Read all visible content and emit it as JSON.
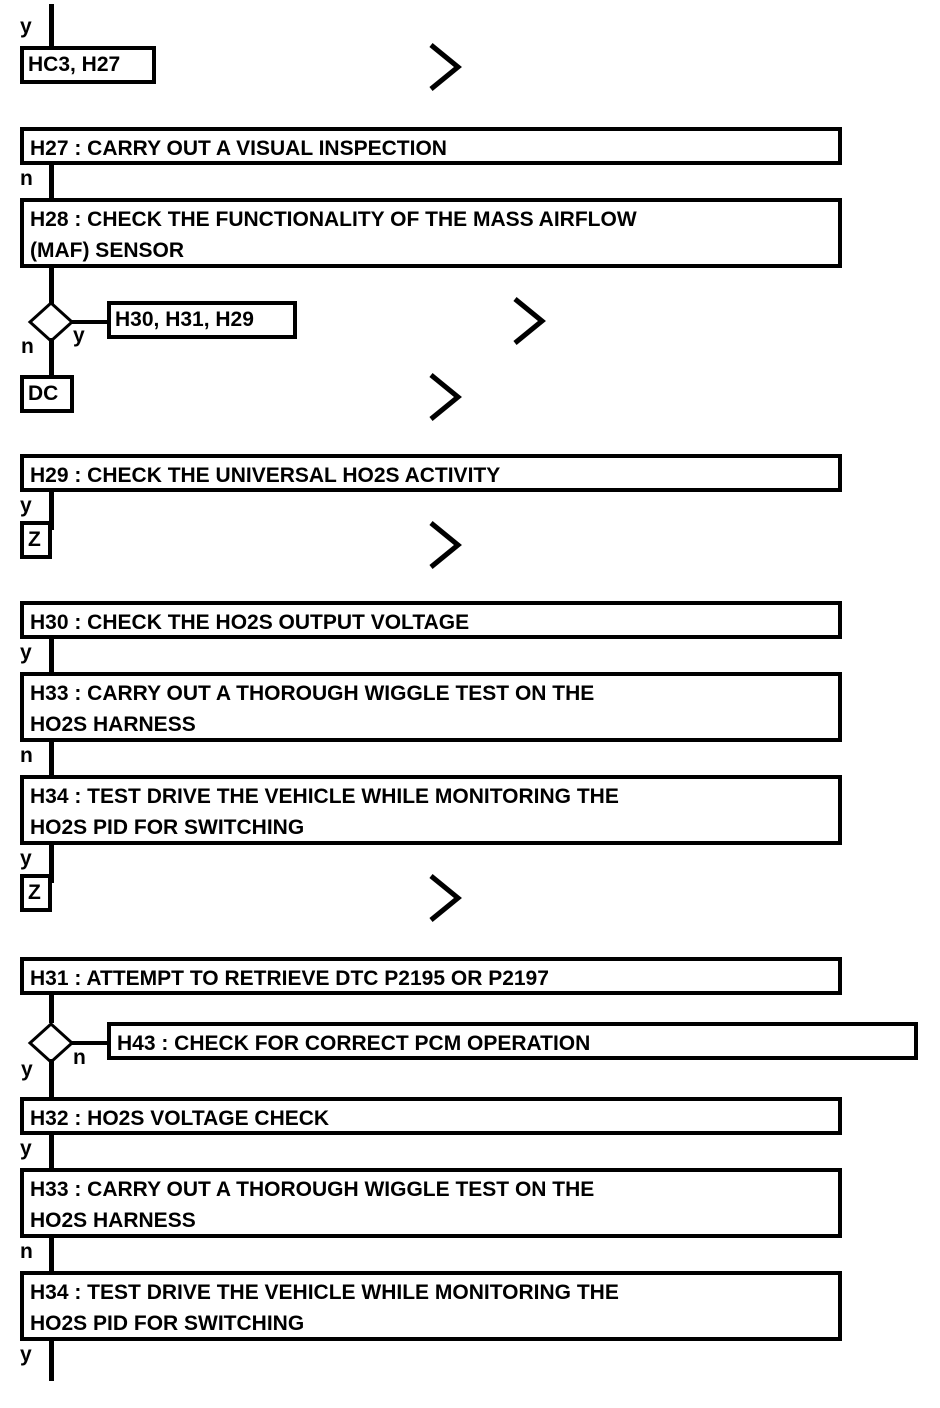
{
  "diagram": {
    "title": "HO2S diagnostic flowchart",
    "type": "flowchart",
    "colors": {
      "stroke": "#000000",
      "fill": "#ffffff",
      "text": "#000000"
    },
    "steps": [
      {
        "id": "H27",
        "label": "H27 : CARRY OUT A VISUAL INSPECTION"
      },
      {
        "id": "H28",
        "label": "H28 : CHECK THE FUNCTIONALITY OF THE MASS AIRFLOW\n(MAF) SENSOR"
      },
      {
        "id": "H29",
        "label": "H29 : CHECK THE UNIVERSAL HO2S ACTIVITY"
      },
      {
        "id": "H30",
        "label": "H30 : CHECK THE HO2S OUTPUT VOLTAGE"
      },
      {
        "id": "H33a",
        "label": "H33 : CARRY OUT A THOROUGH WIGGLE TEST ON THE\nHO2S HARNESS"
      },
      {
        "id": "H34a",
        "label": "H34 : TEST DRIVE THE VEHICLE WHILE MONITORING THE\nHO2S PID FOR SWITCHING"
      },
      {
        "id": "H31",
        "label": "H31 : ATTEMPT TO RETRIEVE DTC P2195 OR P2197"
      },
      {
        "id": "H43",
        "label": "H43 : CHECK FOR CORRECT PCM OPERATION"
      },
      {
        "id": "H32",
        "label": "H32 : HO2S VOLTAGE CHECK"
      },
      {
        "id": "H33b",
        "label": "H33 : CARRY OUT A THOROUGH WIGGLE TEST ON THE\nHO2S HARNESS"
      },
      {
        "id": "H34b",
        "label": "H34 : TEST DRIVE THE VEHICLE WHILE MONITORING THE\nHO2S PID FOR SWITCHING"
      }
    ],
    "tags": [
      {
        "id": "tag-hc3-h27",
        "label": "HC3, H27"
      },
      {
        "id": "tag-h30-h31-h29",
        "label": "H30, H31, H29"
      },
      {
        "id": "tag-dc",
        "label": "DC"
      },
      {
        "id": "tag-z-1",
        "label": "Z"
      },
      {
        "id": "tag-z-2",
        "label": "Z"
      }
    ],
    "branch_labels": [
      {
        "id": "branch-top-y",
        "label": "y"
      },
      {
        "id": "branch-h27-n",
        "label": "n"
      },
      {
        "id": "branch-d1-n",
        "label": "n"
      },
      {
        "id": "branch-d1-y",
        "label": "y"
      },
      {
        "id": "branch-h29-y",
        "label": "y"
      },
      {
        "id": "branch-h30-y",
        "label": "y"
      },
      {
        "id": "branch-h33a-n",
        "label": "n"
      },
      {
        "id": "branch-h34a-y",
        "label": "y"
      },
      {
        "id": "branch-d2-y",
        "label": "y"
      },
      {
        "id": "branch-d2-n",
        "label": "n"
      },
      {
        "id": "branch-h32-y",
        "label": "y"
      },
      {
        "id": "branch-h33b-n",
        "label": "n"
      },
      {
        "id": "branch-h34b-y",
        "label": "y"
      }
    ],
    "chevrons": [
      {
        "id": "chevron-1"
      },
      {
        "id": "chevron-2"
      },
      {
        "id": "chevron-3"
      },
      {
        "id": "chevron-4"
      },
      {
        "id": "chevron-5"
      }
    ]
  }
}
